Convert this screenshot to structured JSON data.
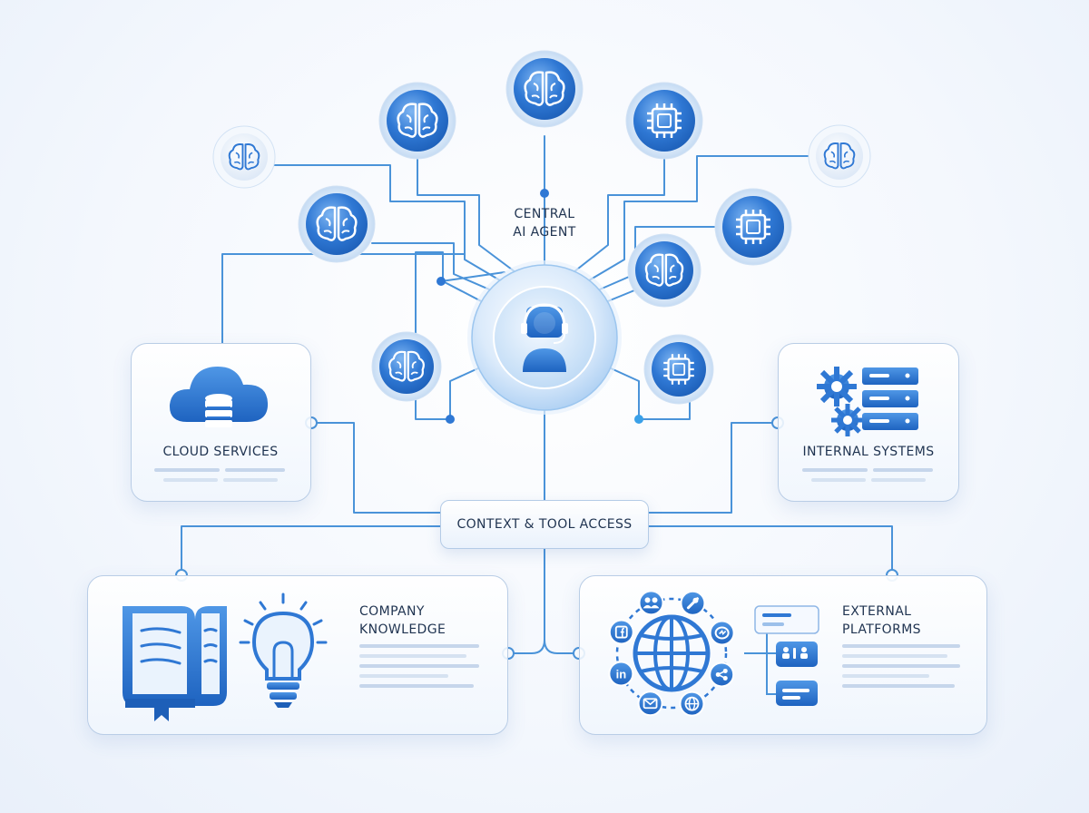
{
  "diagram": {
    "central_label": "CENTRAL\nAI AGENT",
    "hub_label": "CONTEXT & TOOL ACCESS",
    "panels": {
      "cloud": {
        "title": "CLOUD SERVICES"
      },
      "internal": {
        "title": "INTERNAL SYSTEMS"
      },
      "knowledge": {
        "title": "COMPANY\nKNOWLEDGE"
      },
      "external": {
        "title": "EXTERNAL\nPLATFORMS"
      }
    },
    "satellite_icons": [
      "brain-icon",
      "chip-icon"
    ],
    "social_icons": [
      "users-icon",
      "link-icon",
      "messenger-icon",
      "share-icon",
      "globe-icon",
      "mail-icon",
      "linkedin-icon",
      "facebook-icon"
    ],
    "linkedin_glyph": "in",
    "colors": {
      "accent": "#2f78d4",
      "accent_dark": "#1d5fb8",
      "line": "#3d8bd6",
      "panel_border": "#b9cde6"
    }
  }
}
